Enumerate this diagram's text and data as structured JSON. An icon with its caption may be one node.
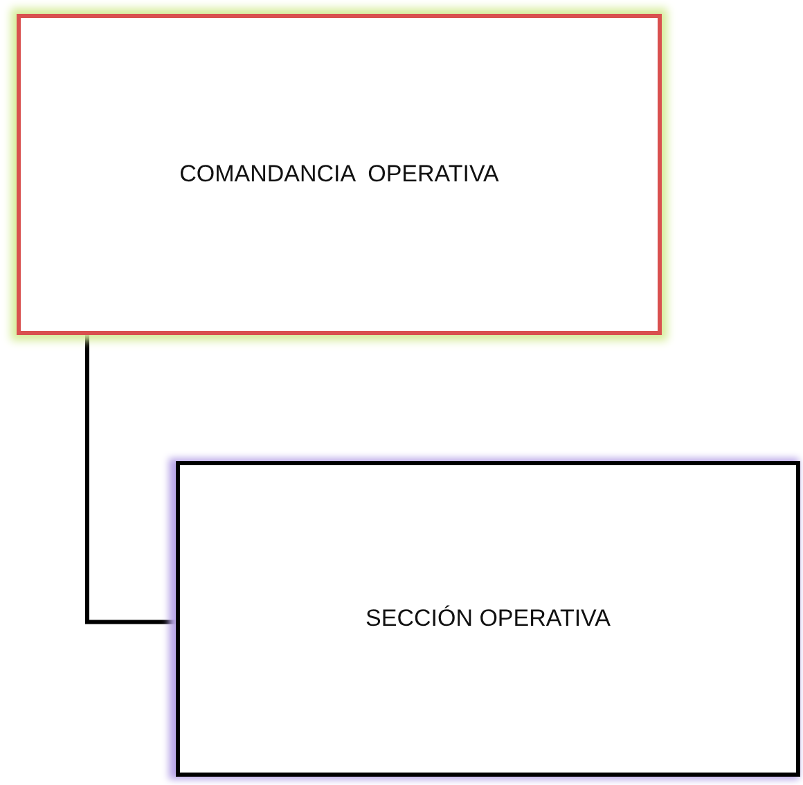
{
  "diagram": {
    "nodes": [
      {
        "text": [
          "COMANDANCIA  OPERATIVA"
        ]
      },
      {
        "text": [
          "SECCIÓN OPERATIVA"
        ]
      }
    ],
    "edges": [
      {
        "from": 0,
        "to": 1,
        "arrow": "none"
      }
    ]
  }
}
